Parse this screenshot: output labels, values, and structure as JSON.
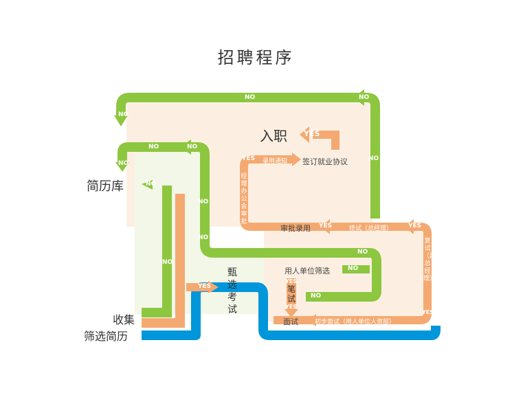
{
  "title": "招聘程序",
  "nodes": {
    "collect": "收集",
    "screen_resume": "筛选简历",
    "resume_db": "简历库",
    "screen_exam": "甄选考试",
    "employer_screen": "用人单位筛选",
    "written_exam": "笔试",
    "interview": "面试",
    "initial_interview": "初步面试（用人单位人资部）",
    "second_interview": "复试（副总经理）",
    "final_interview": "终试（总经理）",
    "approve_hire": "审批录用",
    "manager_review": "经理办公会审批",
    "notify_hire": "录用通知",
    "sign_agreement": "签订就业协议",
    "onboard": "入职"
  },
  "yes": "YES",
  "no": "NO",
  "colors": {
    "green": "#8dc63f",
    "orange": "#f4a971",
    "blue": "#0096db",
    "light_orange": "#fcefe2",
    "light_green": "#f2f7e8"
  }
}
